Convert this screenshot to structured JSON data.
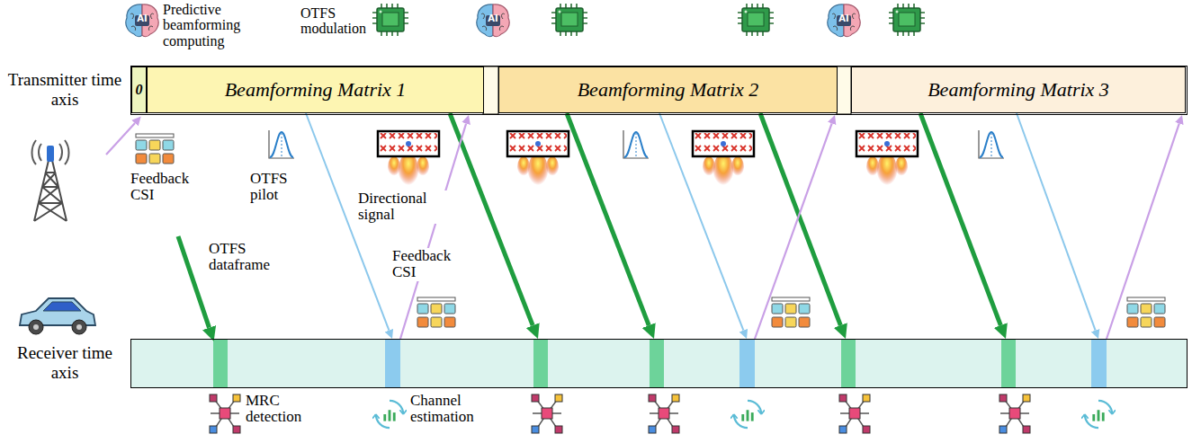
{
  "diagram": {
    "nodes": [
      {
        "text": [
          "Transmitter time axis"
        ]
      },
      {
        "text": [
          "0"
        ],
        "in": 0
      },
      {
        "text": [
          "Beamforming Matrix 1"
        ],
        "in": 0
      },
      {
        "text": [
          "Beamforming Matrix 2"
        ],
        "in": 0
      },
      {
        "text": [
          "Beamforming Matrix 3"
        ],
        "in": 0
      },
      {
        "text": [
          "Receiver time axis"
        ]
      }
    ],
    "edges": [
      {
        "from": 2,
        "to": 5,
        "arrow": "to"
      },
      {
        "from": 3,
        "to": 5,
        "arrow": "to"
      },
      {
        "from": 3,
        "to": 5,
        "arrow": "to"
      },
      {
        "from": 4,
        "to": 5,
        "arrow": "to"
      },
      {
        "from": 2,
        "to": 5,
        "arrow": "to"
      },
      {
        "from": 3,
        "to": 5,
        "arrow": "to"
      },
      {
        "from": 4,
        "to": 5,
        "arrow": "to"
      },
      {
        "from": 5,
        "to": 0,
        "arrow": "to"
      },
      {
        "from": 5,
        "to": 0,
        "arrow": "to"
      },
      {
        "from": 5,
        "to": 0,
        "arrow": "to"
      }
    ],
    "labels": [
      "Predictive beamforming computing",
      "OTFS modulation",
      "Feedback CSI",
      "OTFS pilot",
      "Directional signal",
      "OTFS dataframe",
      "Feedback CSI",
      "MRC detection",
      "Channel estimation",
      "AI",
      "AI",
      "AI"
    ]
  }
}
